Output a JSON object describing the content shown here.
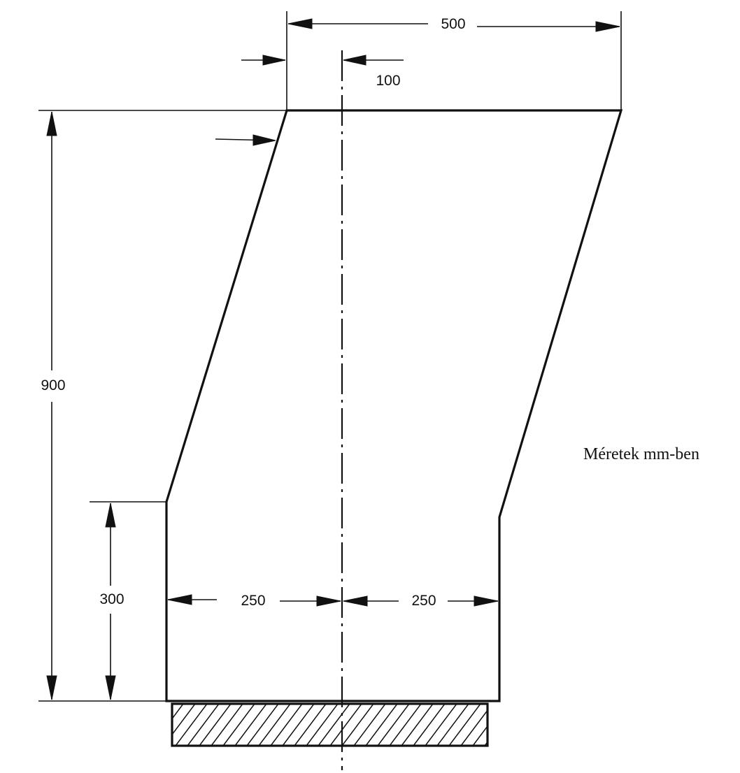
{
  "drawing": {
    "dimensions": {
      "top_width": "500",
      "offset": "100",
      "total_height": "900",
      "lower_height": "300",
      "half_width_left": "250",
      "half_width_right": "250"
    },
    "note": "Méretek mm-ben"
  }
}
